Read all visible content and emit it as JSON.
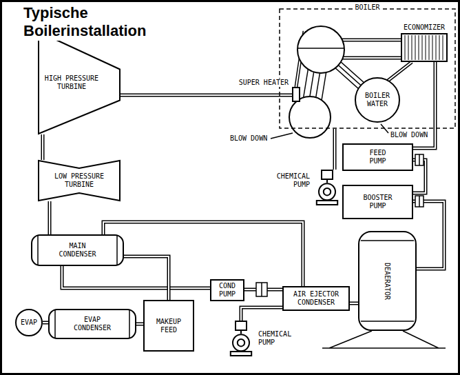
{
  "diagram": {
    "title": "Typische Boilerinstallation",
    "nodes": [
      {
        "text": [
          "BOILER"
        ]
      },
      {
        "text": [
          "ECONOMIZER"
        ],
        "in": 0
      },
      {
        "text": [
          "SUPER HEATER"
        ]
      },
      {
        "text": [
          "BOILER WATER"
        ],
        "in": 0
      },
      {
        "text": [
          "HIGH PRESSURE TURBINE"
        ]
      },
      {
        "text": [
          "FEED PUMP"
        ]
      },
      {
        "text": [
          "CHEMICAL PUMP"
        ]
      },
      {
        "text": [
          "LOW PRESSURE TURBINE"
        ]
      },
      {
        "text": [
          "BOOSTER PUMP"
        ]
      },
      {
        "text": [
          "MAIN CONDENSER"
        ]
      },
      {
        "text": [
          "COND PUMP"
        ]
      },
      {
        "text": [
          "AIR EJECTOR CONDENSER"
        ]
      },
      {
        "text": [
          "DEAERATOR"
        ]
      },
      {
        "text": [
          "EVAP"
        ]
      },
      {
        "text": [
          "EVAP CONDENSER"
        ]
      },
      {
        "text": [
          "MAKEUP FEED"
        ]
      },
      {
        "text": [
          "CHEMICAL PUMP"
        ]
      }
    ],
    "edges": [
      {
        "from": 4,
        "to": 2,
        "arrow": "none"
      },
      {
        "from": 4,
        "to": 7,
        "arrow": "none"
      },
      {
        "from": 7,
        "to": 9,
        "arrow": "none"
      },
      {
        "from": 9,
        "to": 10,
        "arrow": "none"
      },
      {
        "from": 10,
        "to": 11,
        "arrow": "none"
      },
      {
        "from": 11,
        "to": 12,
        "arrow": "none"
      },
      {
        "from": 12,
        "to": 8,
        "arrow": "none"
      },
      {
        "from": 8,
        "to": 5,
        "arrow": "none"
      },
      {
        "from": 5,
        "to": 1,
        "arrow": "none"
      },
      {
        "from": 6,
        "to": 0,
        "arrow": "none"
      },
      {
        "from": 16,
        "to": 11,
        "arrow": "none"
      },
      {
        "from": 13,
        "to": 14,
        "arrow": "none"
      },
      {
        "from": 14,
        "to": 15,
        "arrow": "none"
      },
      {
        "from": 15,
        "to": 9,
        "arrow": "none"
      },
      {
        "from": 9,
        "to": 11,
        "arrow": "none"
      }
    ],
    "labels": [
      "BLOW DOWN",
      "BLOW DOWN"
    ]
  }
}
